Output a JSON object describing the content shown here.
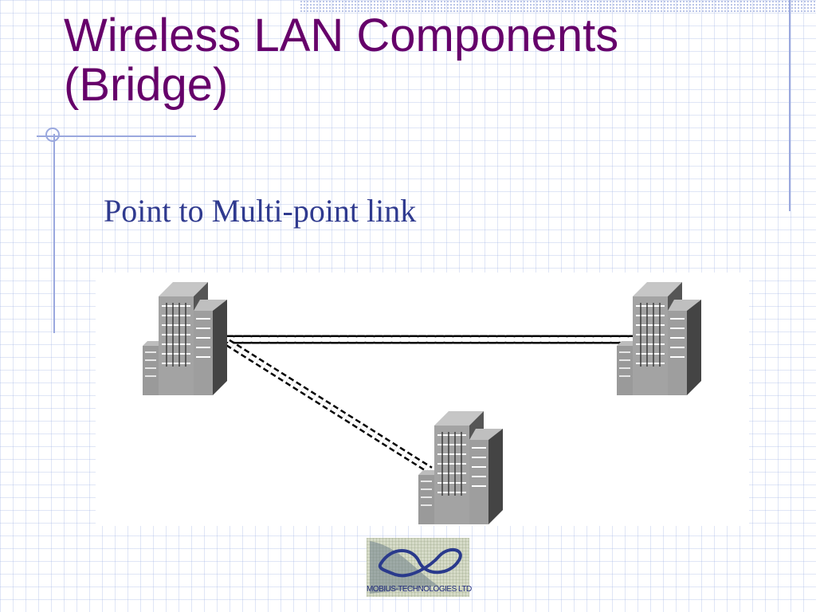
{
  "slide": {
    "title_line1": "Wireless LAN Components",
    "title_line2": "(Bridge)",
    "subtitle": "Point to Multi-point link",
    "title_color": "#66006a",
    "subtitle_color": "#2f3a8f",
    "accent_color": "#9aa8de"
  },
  "diagram": {
    "nodes": [
      {
        "id": "building-left",
        "icon": "office-building-icon"
      },
      {
        "id": "building-right",
        "icon": "office-building-icon"
      },
      {
        "id": "building-bottom",
        "icon": "office-building-icon"
      }
    ],
    "links": [
      {
        "from": "building-left",
        "to": "building-right",
        "style": "wireless-chain"
      },
      {
        "from": "building-left",
        "to": "building-bottom",
        "style": "wireless-chain"
      }
    ]
  },
  "logo": {
    "text": "MOBIUS-TECHNOLOGIES LTD",
    "icon": "mobius-loop-icon"
  }
}
